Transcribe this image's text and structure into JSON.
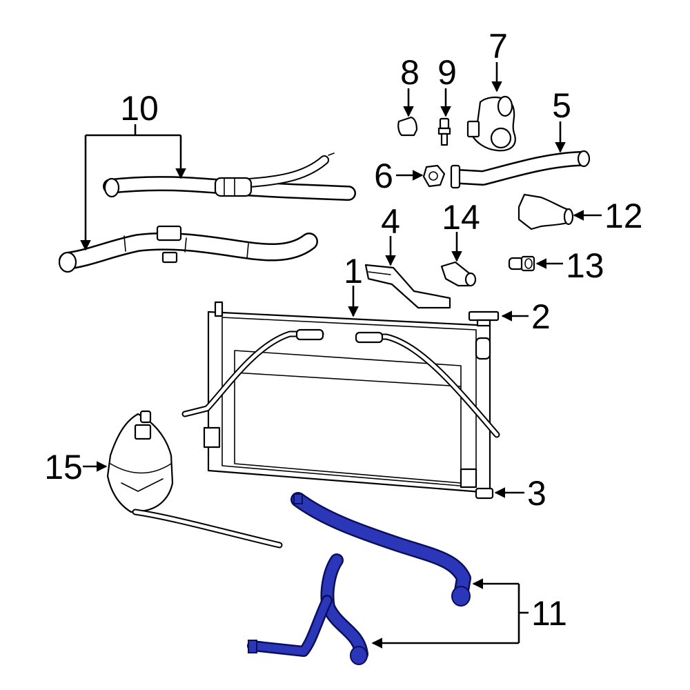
{
  "diagram": {
    "accent_color": "#2b36b8",
    "callouts": [
      {
        "id": "1",
        "text": "1"
      },
      {
        "id": "2",
        "text": "2"
      },
      {
        "id": "3",
        "text": "3"
      },
      {
        "id": "4",
        "text": "4"
      },
      {
        "id": "5",
        "text": "5"
      },
      {
        "id": "6",
        "text": "6"
      },
      {
        "id": "7",
        "text": "7"
      },
      {
        "id": "8",
        "text": "8"
      },
      {
        "id": "9",
        "text": "9"
      },
      {
        "id": "10",
        "text": "10"
      },
      {
        "id": "11",
        "text": "11"
      },
      {
        "id": "12",
        "text": "12"
      },
      {
        "id": "13",
        "text": "13"
      },
      {
        "id": "14",
        "text": "14"
      },
      {
        "id": "15",
        "text": "15"
      }
    ]
  }
}
